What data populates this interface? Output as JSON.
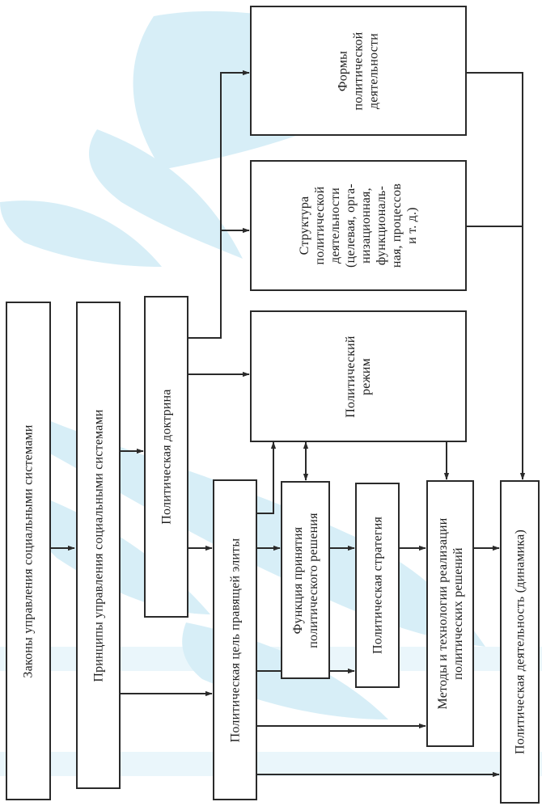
{
  "diagram": {
    "boxes": {
      "laws": "Законы управления социальными системами",
      "principles": "Принципы управления социальными системами",
      "doctrine": "Политическая доктрина",
      "elite_goal": "Политическая цель правящей элиты",
      "decision_function": "Функция принятия\nполитического решения",
      "strategy": "Политическая стратегия",
      "methods": "Методы и технологии реализации\nполитических решений",
      "activity": "Политическая деятельность (динамика)",
      "regime": "Политический\nрежим",
      "structure": "Структура\nполитической\nдеятельности\n(целевая, орга-\nнизационная,\nфункциональ-\nная, процессов\nи т. д.)",
      "forms": "Формы\nполитической\nдеятельности"
    },
    "colors": {
      "line": "#2a2a2a",
      "watermark": "#bfe4f0"
    }
  }
}
